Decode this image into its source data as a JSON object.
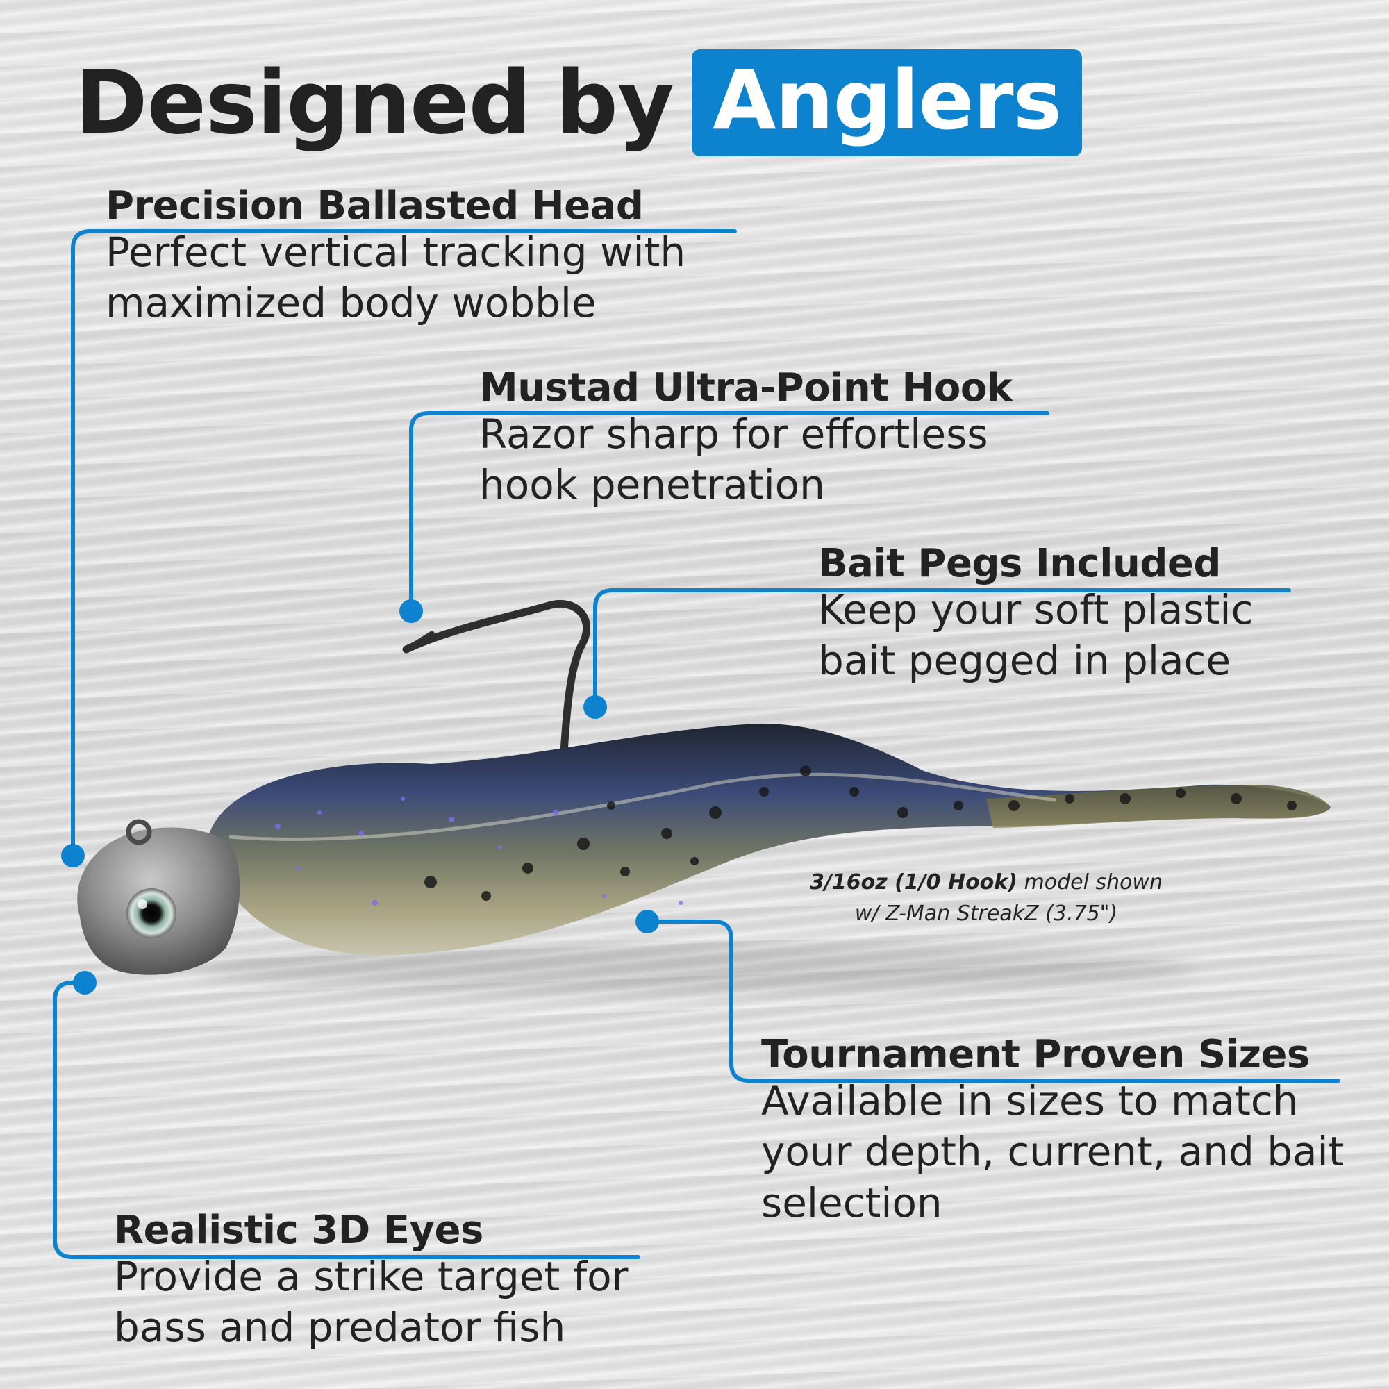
{
  "headline": {
    "word_1": "Designed",
    "word_2": "by",
    "highlight": "Anglers"
  },
  "colors": {
    "accent_blue": "#0d82cf",
    "text_dark": "#222222",
    "highlight_text": "#ffffff"
  },
  "callouts": [
    {
      "title": "Precision Ballasted Head",
      "description_lines": [
        "Perfect vertical tracking with",
        "maximized body wobble"
      ]
    },
    {
      "title": "Mustad Ultra-Point Hook",
      "description_lines": [
        "Razor sharp for effortless",
        "hook penetration"
      ]
    },
    {
      "title": "Bait Pegs Included",
      "description_lines": [
        "Keep your soft plastic",
        "bait pegged in place"
      ]
    },
    {
      "title": "Tournament Proven Sizes",
      "description_lines": [
        "Available in sizes to match",
        "your depth, current, and bait",
        "selection"
      ]
    },
    {
      "title": "Realistic 3D Eyes",
      "description_lines": [
        "Provide a strike target for",
        "bass and predator fish"
      ]
    }
  ],
  "product_note": {
    "bold": "3/16oz (1/0 Hook)",
    "line_1_rest": " model shown",
    "line_2": "w/ Z-Man StreakZ (3.75\")"
  }
}
